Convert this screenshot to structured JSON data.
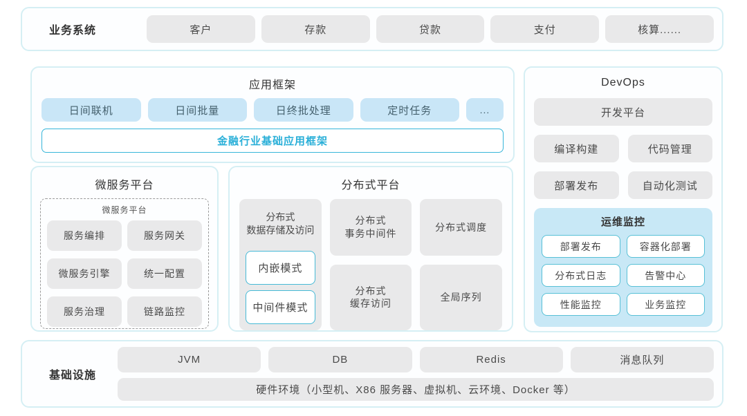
{
  "colors": {
    "panel_border": "#d5eff4",
    "gray_chip": "#e9e9ea",
    "blue_chip": "#c9e6f7",
    "monitor_bg": "#c8e8f6",
    "teal_accent": "#35b5d9",
    "teal_text": "#29afd8",
    "text_dark": "#4a4a4a"
  },
  "business": {
    "label": "业务系统",
    "items": [
      "客户",
      "存款",
      "贷款",
      "支付",
      "核算......"
    ]
  },
  "app_framework": {
    "title": "应用框架",
    "items": [
      "日间联机",
      "日间批量",
      "日终批处理",
      "定时任务",
      "..."
    ],
    "banner": "金融行业基础应用框架"
  },
  "devops": {
    "title": "DevOps",
    "platform": "开发平台",
    "items": [
      "编译构建",
      "代码管理",
      "部署发布",
      "自动化测试"
    ],
    "monitor": {
      "title": "运维监控",
      "items": [
        "部署发布",
        "容器化部署",
        "分布式日志",
        "告警中心",
        "性能监控",
        "业务监控"
      ]
    }
  },
  "microservice": {
    "title": "微服务平台",
    "inner_title": "微服务平台",
    "items": [
      "服务编排",
      "服务网关",
      "微服务引擎",
      "统一配置",
      "服务治理",
      "链路监控"
    ]
  },
  "distributed": {
    "title": "分布式平台",
    "storage": {
      "label": "分布式\n数据存储及访问",
      "modes": [
        "内嵌模式",
        "中间件模式"
      ]
    },
    "cells": [
      "分布式\n事务中间件",
      "分布式调度",
      "分布式\n缓存访问",
      "全局序列"
    ]
  },
  "infrastructure": {
    "label": "基础设施",
    "items": [
      "JVM",
      "DB",
      "Redis",
      "消息队列"
    ],
    "hardware": "硬件环境（小型机、X86 服务器、虚拟机、云环境、Docker 等）"
  }
}
